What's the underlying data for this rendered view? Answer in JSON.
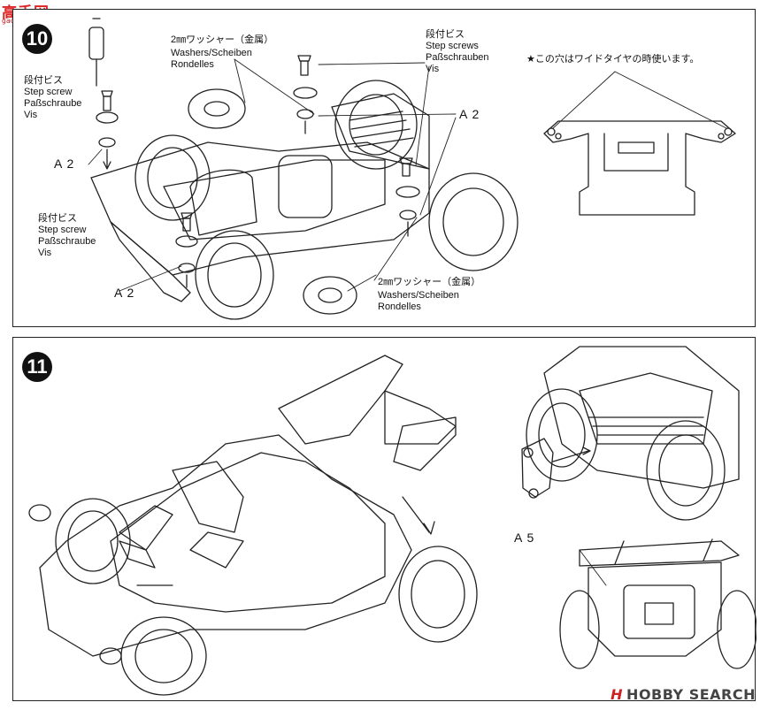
{
  "site_logo": {
    "title": "高手网",
    "subtitle": "gaoshou.com"
  },
  "step10": {
    "number": "10",
    "labels": {
      "washers_top": {
        "jp": "2㎜ワッシャー（金属）",
        "en": "Washers/Scheiben",
        "fr": "Rondelles"
      },
      "step_screws_top": {
        "jp": "段付ビス",
        "en": "Step screws",
        "de": "Paßschrauben",
        "fr": "Vis"
      },
      "step_screw_left_upper": {
        "jp": "段付ビス",
        "en": "Step screw",
        "de": "Paßschraube",
        "fr": "Vis"
      },
      "step_screw_left_lower": {
        "jp": "段付ビス",
        "en": "Step screw",
        "de": "Paßschraube",
        "fr": "Vis"
      },
      "washers_bottom": {
        "jp": "2㎜ワッシャー（金属）",
        "en": "Washers/Scheiben",
        "fr": "Rondelles"
      }
    },
    "part_tags": {
      "a2_left": "A 2",
      "a2_right": "A 2",
      "a2_bottom": "A 2"
    },
    "note": "★この穴はワイドタイヤの時使います。"
  },
  "step11": {
    "number": "11",
    "part_tags": {
      "a5": "A 5"
    }
  },
  "watermark": {
    "mark": "H",
    "text": "HOBBY SEARCH"
  }
}
